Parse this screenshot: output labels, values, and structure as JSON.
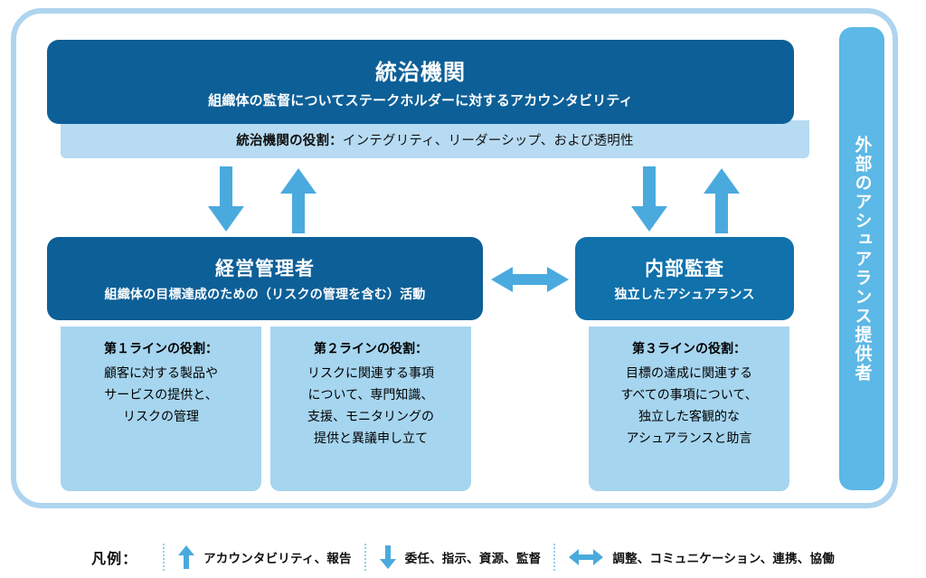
{
  "colors": {
    "frame_border": "#aed4ef",
    "dark_blue": "#0d5f97",
    "mid_blue": "#1071ab",
    "band_blue": "#b7dbf2",
    "panel_blue": "#a6d5ef",
    "arrow_blue": "#4aaade",
    "ext_bar_blue": "#5cb8e6",
    "background": "#ffffff"
  },
  "governing_body": {
    "title": "統治機関",
    "subtitle": "組織体の監督についてステークホルダーに対するアカウンタビリティ",
    "band_bold": "統治機関の役割：",
    "band_rest": "インテグリティ、リーダーシップ、および透明性"
  },
  "management": {
    "title": "経営管理者",
    "subtitle": "組織体の目標達成のための（リスクの管理を含む）活動"
  },
  "internal_audit": {
    "title": "内部監査",
    "subtitle": "独立したアシュアランス"
  },
  "roles": [
    {
      "heading": "第１ラインの役割：",
      "lines": [
        "顧客に対する製品や",
        "サービスの提供と、",
        "リスクの管理"
      ]
    },
    {
      "heading": "第２ラインの役割：",
      "lines": [
        "リスクに関連する事項",
        "について、専門知識、",
        "支援、モニタリングの",
        "提供と異議申し立て"
      ]
    },
    {
      "heading": "第３ラインの役割：",
      "lines": [
        "目標の達成に関連する",
        "すべての事項について、",
        "独立した客観的な",
        "アシュアランスと助言"
      ]
    }
  ],
  "external_assurance": {
    "label": "外部のアシュアランス提供者"
  },
  "arrows": [
    {
      "name": "gov-to-management-down",
      "direction": "down"
    },
    {
      "name": "management-to-gov-up",
      "direction": "up"
    },
    {
      "name": "gov-to-internal-audit-down",
      "direction": "down"
    },
    {
      "name": "internal-audit-to-gov-up",
      "direction": "up"
    },
    {
      "name": "management-internal-audit-bidirectional",
      "direction": "both"
    }
  ],
  "legend": {
    "title": "凡例：",
    "items": [
      {
        "icon": "arrow-up-icon",
        "label": "アカウンタビリティ、報告"
      },
      {
        "icon": "arrow-down-icon",
        "label": "委任、指示、資源、監督"
      },
      {
        "icon": "arrow-both-icon",
        "label": "調整、コミュニケーション、連携、協働"
      }
    ]
  }
}
